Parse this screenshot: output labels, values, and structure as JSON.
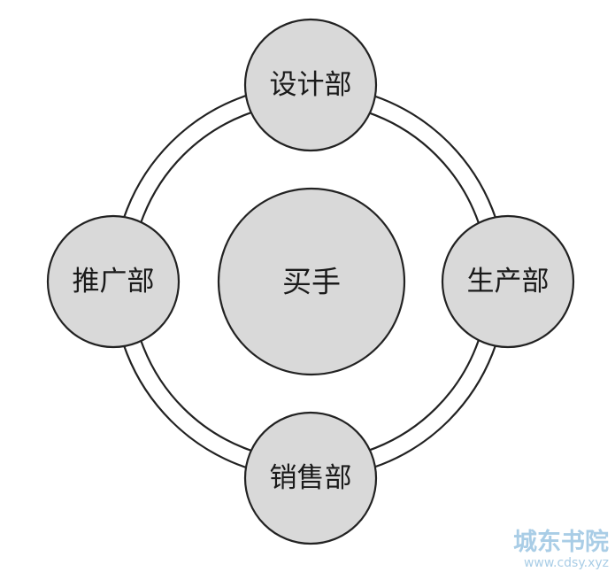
{
  "diagram": {
    "center": {
      "label": "买手"
    },
    "nodes": {
      "top": {
        "label": "设计部"
      },
      "right": {
        "label": "生产部"
      },
      "bottom": {
        "label": "销售部"
      },
      "left": {
        "label": "推广部"
      }
    }
  },
  "watermark": {
    "name": "城东书院",
    "url": "www.cdsy.xyz"
  },
  "colors": {
    "node_fill": "#d9d9d9",
    "stroke": "#222222",
    "watermark": "#a9cde6"
  }
}
